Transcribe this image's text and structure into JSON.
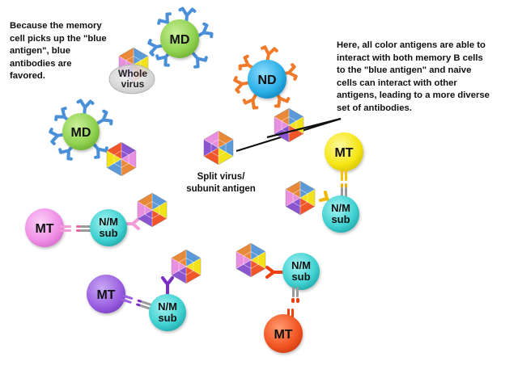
{
  "notes": {
    "left": [
      "Because the memory",
      "cell picks up the \"blue",
      "antigen\", blue",
      "antibodies are",
      "favored."
    ],
    "right": [
      "Here, all color antigens are able to",
      "interact with both memory B cells",
      "to the \"blue antigen\" and naive",
      "cells can interact with other",
      "antigens, leading to a more diverse",
      "set of antibodies."
    ]
  },
  "captions": {
    "split_virus": [
      "Split virus/",
      "subunit antigen"
    ],
    "whole_virus": [
      "Whole",
      "virus"
    ]
  },
  "cells": {
    "md_top": {
      "label": "MD",
      "type": "memory",
      "color": "#8fd14f",
      "antibody_color": "#4a90d9"
    },
    "md_left": {
      "label": "MD",
      "type": "memory",
      "color": "#8fd14f",
      "antibody_color": "#4a90d9"
    },
    "nd": {
      "label": "ND",
      "type": "naive",
      "color": "#29aee6",
      "antibody_color": "#f07a2a"
    },
    "mt_yellow": {
      "label": "MT",
      "color": "#f5e614"
    },
    "mt_pink": {
      "label": "MT",
      "color": "#ef8fe6"
    },
    "mt_purple": {
      "label": "MT",
      "color": "#9a5fe0"
    },
    "mt_red": {
      "label": "MT",
      "color": "#f25522"
    },
    "nm_1": {
      "label_line1": "N/M",
      "label_line2": "sub",
      "color": "#3fd0d0"
    },
    "nm_2": {
      "label_line1": "N/M",
      "label_line2": "sub",
      "color": "#3fd0d0"
    },
    "nm_3": {
      "label_line1": "N/M",
      "label_line2": "sub",
      "color": "#3fd0d0"
    },
    "nm_4": {
      "label_line1": "N/M",
      "label_line2": "sub",
      "color": "#3fd0d0"
    }
  },
  "antigen_colors": {
    "blue": "#5b9ad6",
    "yellow": "#f2e21a",
    "orange": "#e8893a",
    "red": "#f0562a",
    "pink": "#e88fe0",
    "purple": "#8a55cf"
  }
}
